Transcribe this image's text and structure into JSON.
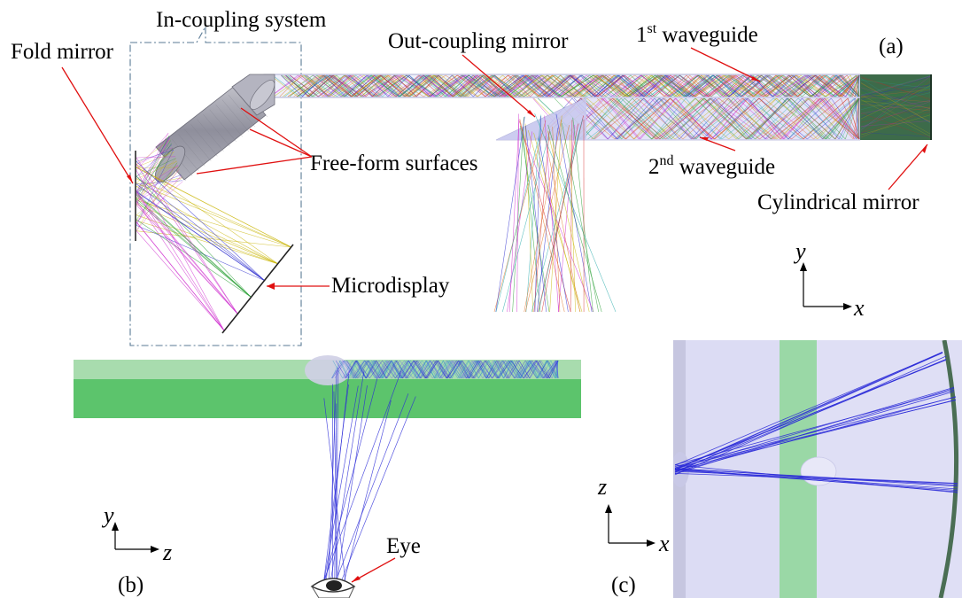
{
  "labels": {
    "in_coupling": "In-coupling system",
    "fold_mirror": "Fold mirror",
    "out_coupling": "Out-coupling mirror",
    "wg1_prefix": "1",
    "wg1_sup": "st",
    "wg1_suffix": " waveguide",
    "panel_a": "(a)",
    "free_form": "Free-form surfaces",
    "wg2_prefix": "2",
    "wg2_sup": "nd",
    "wg2_suffix": " waveguide",
    "cylindrical": "Cylindrical mirror",
    "microdisplay": "Microdisplay",
    "eye": "Eye",
    "panel_b": "(b)",
    "panel_c": "(c)"
  },
  "axes": {
    "a": {
      "vertical": "y",
      "horizontal": "x"
    },
    "b": {
      "vertical": "y",
      "horizontal": "z"
    },
    "c": {
      "vertical": "z",
      "horizontal": "x"
    }
  },
  "colors": {
    "annotation": "#e01010",
    "waveguide_green": "#5cc46c",
    "waveguide_light_green": "#a8dcae",
    "panel_c_bg": "#dcdcf4",
    "ray_blue": "#2a2ad8",
    "cylindrical_mirror": "#3d6b4a",
    "lens_gray": "#9a9aa8"
  },
  "ray_colors": [
    "#d22020",
    "#1f9b2b",
    "#2323cc",
    "#c8b400",
    "#cc22cc",
    "#22a8a8",
    "#e07020"
  ]
}
